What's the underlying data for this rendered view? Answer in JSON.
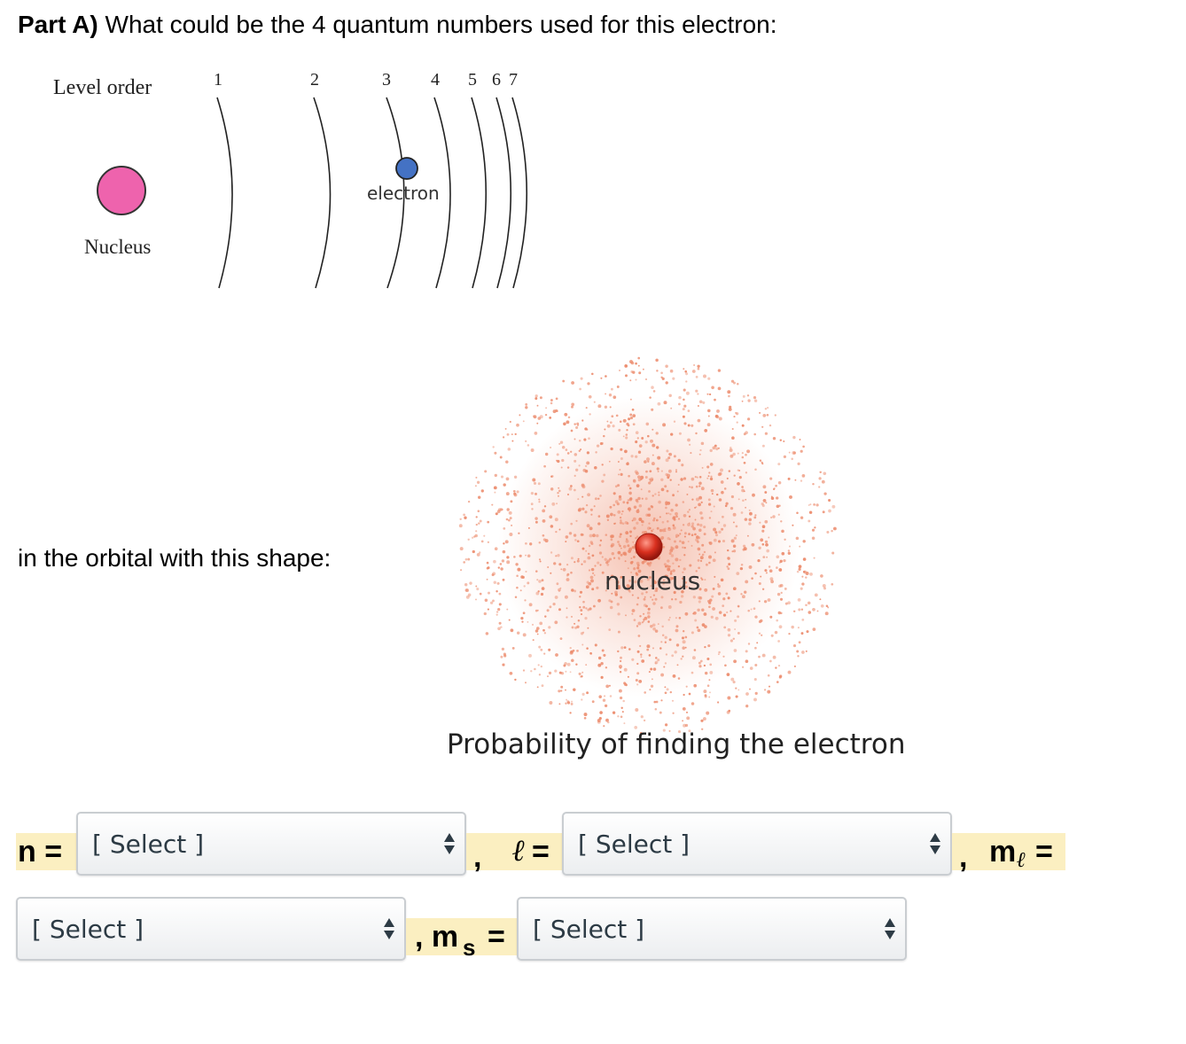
{
  "question": {
    "part_label": "Part A)",
    "text": "What could be the 4 quantum numbers used for this electron:"
  },
  "atom_diagram": {
    "level_order_label": "Level order",
    "nucleus_label": "Nucleus",
    "electron_label": "electron",
    "levels": [
      "1",
      "2",
      "3",
      "4",
      "5",
      "6",
      "7"
    ],
    "colors": {
      "nucleus": "#ee63ad",
      "electron": "#4472c4"
    }
  },
  "orbital": {
    "prompt": "in the orbital with this shape:",
    "nucleus_label": "nucleus",
    "caption": "Probability of finding the electron",
    "colors": {
      "cloud": "#ec8b6c",
      "nucleus": "#d9301f"
    }
  },
  "quantum_numbers": {
    "n_label": "n =",
    "comma": ",",
    "l_symbol": "ℓ",
    "equals": "=",
    "m_letter": "m",
    "ml_subscript": "ℓ",
    "ms_prefix": ", m",
    "ms_subscript": "s",
    "select_placeholder": "[ Select ]",
    "highlight_color": "#fbefc1"
  }
}
